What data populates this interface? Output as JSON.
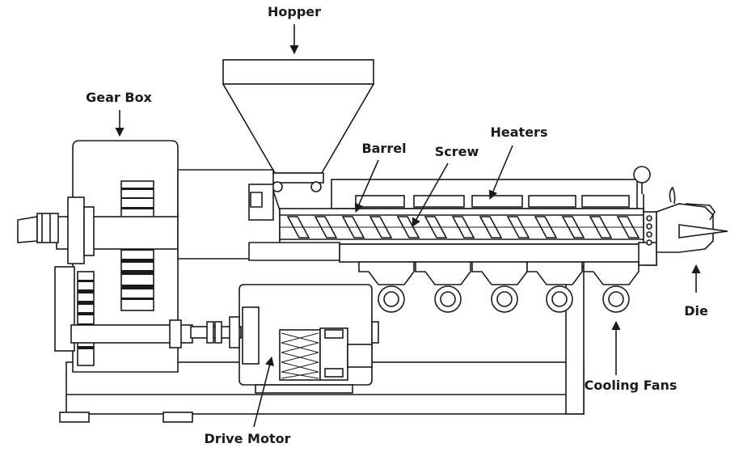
{
  "labels": {
    "hopper": "Hopper",
    "gear_box": "Gear Box",
    "barrel": "Barrel",
    "screw": "Screw",
    "heaters": "Heaters",
    "die": "Die",
    "cooling_fans": "Cooling Fans",
    "drive_motor": "Drive Motor"
  },
  "colors": {
    "line": "#1a1a1a",
    "background": "#ffffff"
  }
}
